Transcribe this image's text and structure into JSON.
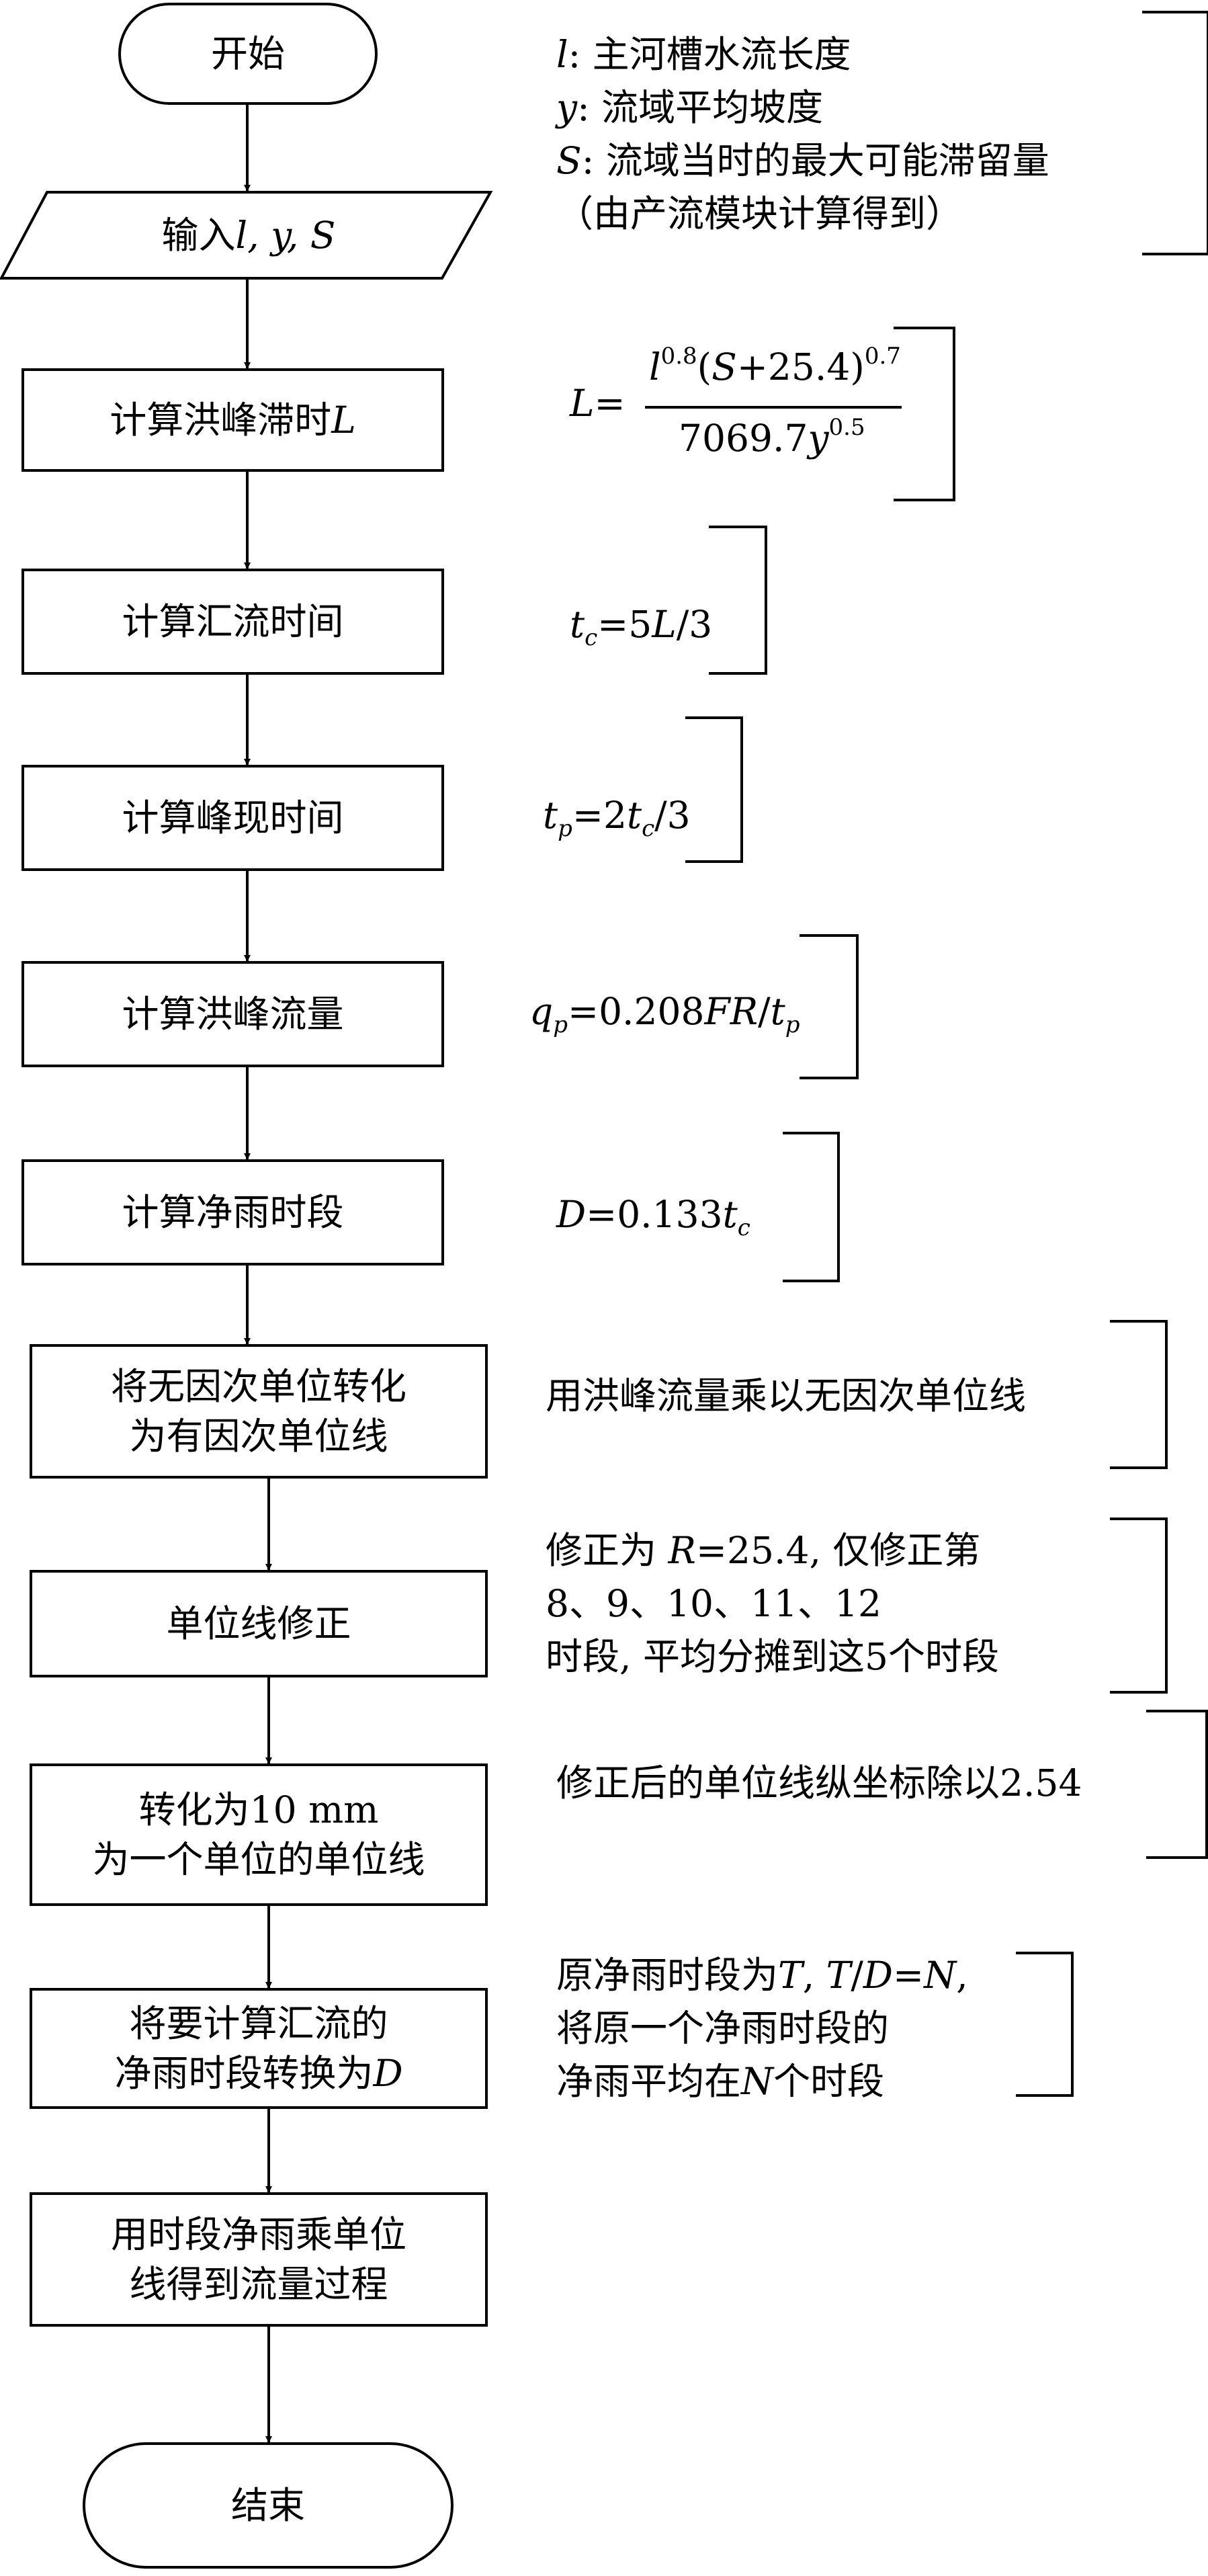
{
  "nodes": {
    "start": "开始",
    "input": "输入",
    "input_vars": "l, y, S",
    "lag": "计算洪峰滞时",
    "lag_var": "L",
    "concentration": "计算汇流时间",
    "peak_time": "计算峰现时间",
    "peak_flow": "计算洪峰流量",
    "net_rain": "计算净雨时段",
    "convert_line1": "将无因次单位转化",
    "convert_line2": "为有因次单位线",
    "correct": "单位线修正",
    "to10mm_line1": "转化为10 mm",
    "to10mm_line2": "为一个单位的单位线",
    "convert_period_line1": "将要计算汇流的",
    "convert_period_line2": "净雨时段转换为",
    "convert_period_var": "D",
    "multiply_line1": "用时段净雨乘单位",
    "multiply_line2": "线得到流量过程",
    "end": "结束"
  },
  "notes": {
    "input": {
      "l_sym": "l",
      "l_text": ": 主河槽水流长度",
      "y_sym": "y",
      "y_text": ": 流域平均坡度",
      "s_sym": "S",
      "s_text": ": 流域当时的最大可能滞留量",
      "paren": "（由产流模块计算得到）"
    },
    "lag": {
      "lhs": "L",
      "eq": "=",
      "num_l": "l",
      "num_l_exp": "0.8",
      "num_open": "(",
      "num_s": "S",
      "num_rest": "+25.4)",
      "num_exp": "0.7",
      "den_coef": "7069.7",
      "den_y": "y",
      "den_exp": "0.5"
    },
    "concentration": {
      "t": "t",
      "sub": "c",
      "rhs_num": "=5",
      "rhs_var": "L",
      "rhs_tail": "/3"
    },
    "peak_time": {
      "t": "t",
      "sub": "p",
      "mid": "=2",
      "t2": "t",
      "sub2": "c",
      "tail": "/3"
    },
    "peak_flow": {
      "q": "q",
      "sub": "p",
      "mid": "=0.208",
      "fr": "FR",
      "slash": "/",
      "t": "t",
      "sub2": "p"
    },
    "net_rain": {
      "d": "D",
      "mid": "=0.133",
      "t": "t",
      "sub": "c"
    },
    "convert": "用洪峰流量乘以无因次单位线",
    "correct": {
      "line1_a": "修正为 ",
      "line1_r": "R",
      "line1_b": "=25.4, 仅修正第",
      "line2": "8、9、10、11、12",
      "line3": "时段, 平均分摊到这5个时段"
    },
    "to10mm": "修正后的单位线纵坐标除以2.54",
    "convert_period": {
      "line1_a": "原净雨时段为",
      "line1_t": "T",
      "line1_sep": ", ",
      "line1_td": "T",
      "line1_slash": "/",
      "line1_d": "D",
      "line1_eq": "=",
      "line1_n": "N",
      "line1_end": ",",
      "line2": "将原一个净雨时段的",
      "line3_a": "净雨平均在",
      "line3_n": "N",
      "line3_b": "个时段"
    }
  }
}
